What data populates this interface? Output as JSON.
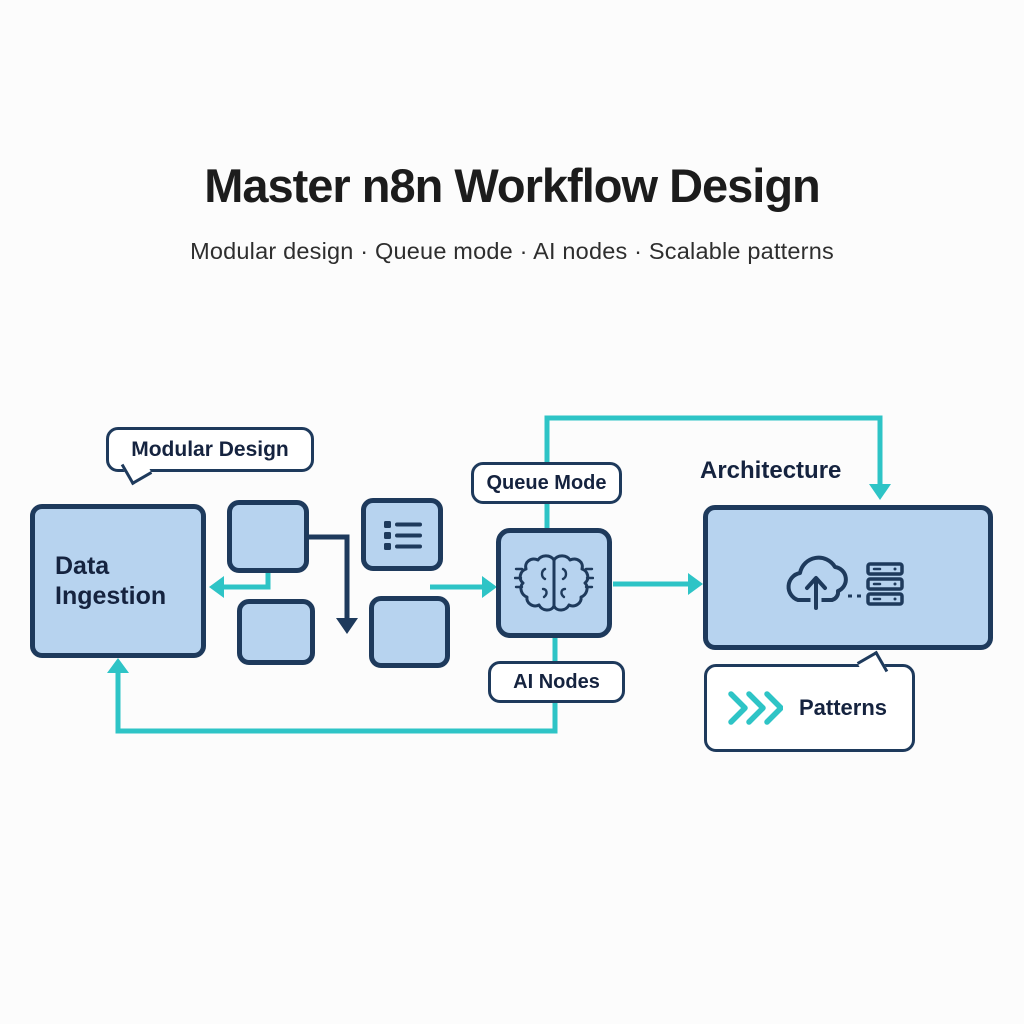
{
  "header": {
    "title": "Master n8n Workflow Design",
    "subtitle": "Modular design · Queue mode · AI nodes · Scalable patterns"
  },
  "diagram": {
    "colors": {
      "navy": "#1e3a5c",
      "teal": "#2ec4c6",
      "box-fill": "#b7d3ef",
      "canvas": "#fcfcfc",
      "text-dark": "#15233f"
    },
    "nodes": {
      "data_ingestion": "Data Ingestion",
      "architecture": "Architecture"
    },
    "callouts": {
      "modular_design": "Modular Design",
      "queue_mode": "Queue Mode",
      "ai_nodes": "AI Nodes",
      "patterns": "Patterns"
    },
    "icons": {
      "list": "list-icon",
      "brain": "ai-brain-icon",
      "cloud_upload": "cloud-upload-icon",
      "server_stack": "server-stack-icon",
      "chevrons": "chevron-pattern-icon"
    }
  }
}
